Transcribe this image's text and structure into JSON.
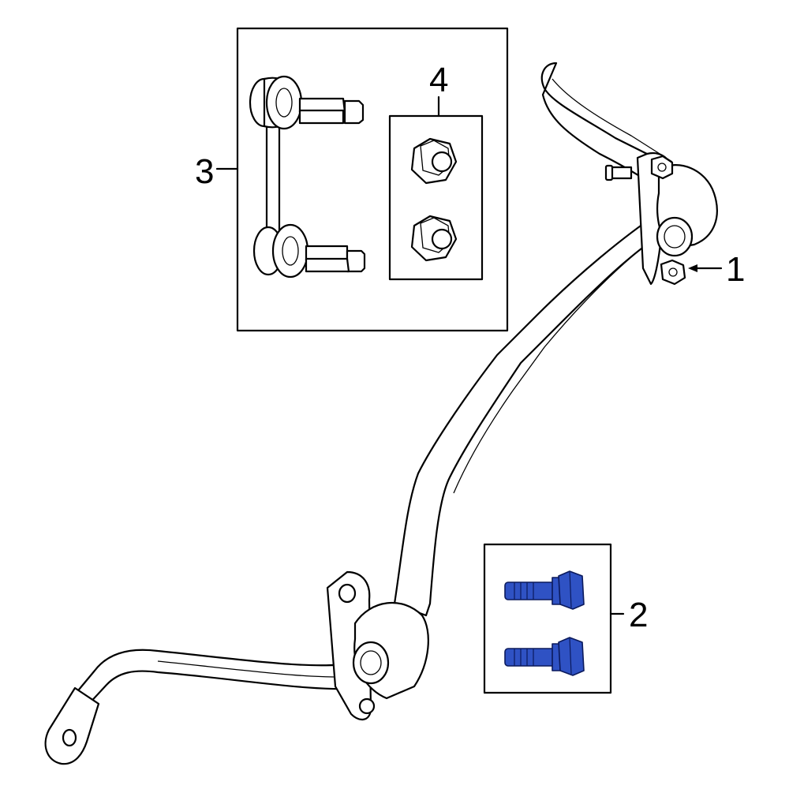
{
  "callouts": {
    "part_1": "1",
    "part_2": "2",
    "part_3": "3",
    "part_4": "4"
  },
  "colors": {
    "line": "#000000",
    "background": "#ffffff",
    "highlight_part": "#2f52c4"
  }
}
